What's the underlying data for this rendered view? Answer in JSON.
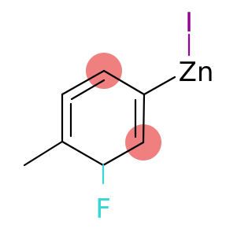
{
  "molecule": {
    "atoms": {
      "zinc": "Zn",
      "iodine": "I",
      "fluorine": "F"
    },
    "colors": {
      "bond": "#000000",
      "zinc": "#000000",
      "iodine": "#940094",
      "fluorine": "#39D5D5",
      "highlight": "#F08080"
    }
  }
}
